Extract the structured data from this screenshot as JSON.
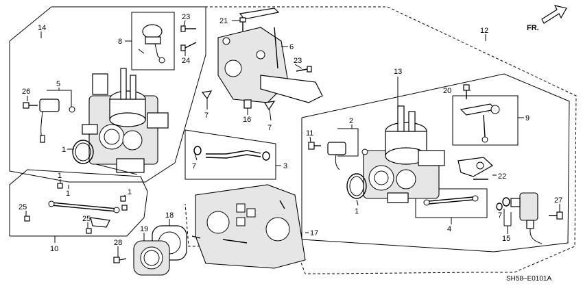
{
  "diagram": {
    "direction_label": "FR.",
    "code": "SH58–E0101A"
  },
  "callouts": [
    {
      "id": "c14",
      "label": "14"
    },
    {
      "id": "c8",
      "label": "8"
    },
    {
      "id": "c23a",
      "label": "23"
    },
    {
      "id": "c24",
      "label": "24"
    },
    {
      "id": "c21",
      "label": "21"
    },
    {
      "id": "c6",
      "label": "6"
    },
    {
      "id": "c23b",
      "label": "23"
    },
    {
      "id": "c12",
      "label": "12"
    },
    {
      "id": "c5",
      "label": "5"
    },
    {
      "id": "c26",
      "label": "26"
    },
    {
      "id": "c1a",
      "label": "1"
    },
    {
      "id": "c7a",
      "label": "7"
    },
    {
      "id": "c16",
      "label": "16"
    },
    {
      "id": "c7b",
      "label": "7"
    },
    {
      "id": "c13",
      "label": "13"
    },
    {
      "id": "c20",
      "label": "20"
    },
    {
      "id": "c9",
      "label": "9"
    },
    {
      "id": "c2",
      "label": "2"
    },
    {
      "id": "c11",
      "label": "11"
    },
    {
      "id": "c7c",
      "label": "7"
    },
    {
      "id": "c3",
      "label": "3"
    },
    {
      "id": "c22",
      "label": "22"
    },
    {
      "id": "c1b",
      "label": "1"
    },
    {
      "id": "c1c",
      "label": "1"
    },
    {
      "id": "c1d",
      "label": "1"
    },
    {
      "id": "c25a",
      "label": "25"
    },
    {
      "id": "c25b",
      "label": "25"
    },
    {
      "id": "c10",
      "label": "10"
    },
    {
      "id": "c19",
      "label": "19"
    },
    {
      "id": "c18",
      "label": "18"
    },
    {
      "id": "c28",
      "label": "28"
    },
    {
      "id": "c17",
      "label": "17"
    },
    {
      "id": "c4",
      "label": "4"
    },
    {
      "id": "c7d",
      "label": "7"
    },
    {
      "id": "c15",
      "label": "15"
    },
    {
      "id": "c27",
      "label": "27"
    },
    {
      "id": "c1e",
      "label": "1"
    }
  ]
}
